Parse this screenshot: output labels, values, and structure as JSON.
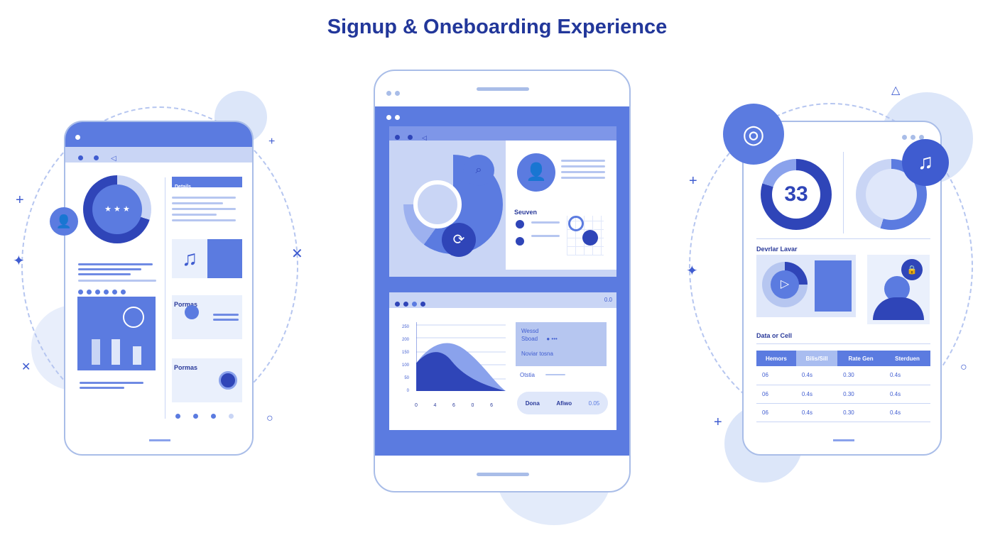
{
  "title": "Signup & Oneboarding Experience",
  "left_phone": {
    "header_label": "Details",
    "card1_label": "Pormas",
    "card2_label": "Pormas"
  },
  "tablet": {
    "section_label": "Seuven",
    "status_text": "0.0",
    "info_title": "Wessd",
    "info_sub": "Sboad",
    "info_note": "Noviar tosna",
    "detail_label": "Otstia",
    "buttons": [
      "Dona",
      "Afiwo",
      "0.05"
    ],
    "chart": {
      "y_ticks": [
        "250",
        "200",
        "150",
        "100",
        "50",
        "0"
      ],
      "x_ticks": [
        "0",
        "4",
        "6",
        "0",
        "6"
      ]
    }
  },
  "right_phone": {
    "badge_number": "33",
    "section_label": "Devrlar Lavar",
    "table_title": "Data or Cell",
    "table_headers": [
      "Hemors",
      "Bilis/Sill",
      "Rate Gen",
      "Sterduen"
    ],
    "table_rows": [
      [
        "06",
        "0.4s",
        "0.30",
        "0.4s"
      ],
      [
        "06",
        "0.4s",
        "0.30",
        "0.4s"
      ],
      [
        "06",
        "0.4s",
        "0.30",
        "0.4s"
      ]
    ]
  },
  "colors": {
    "primary": "#5b7be0",
    "dark": "#2f45b8",
    "light": "#c9d5f5",
    "title": "#22379a"
  }
}
